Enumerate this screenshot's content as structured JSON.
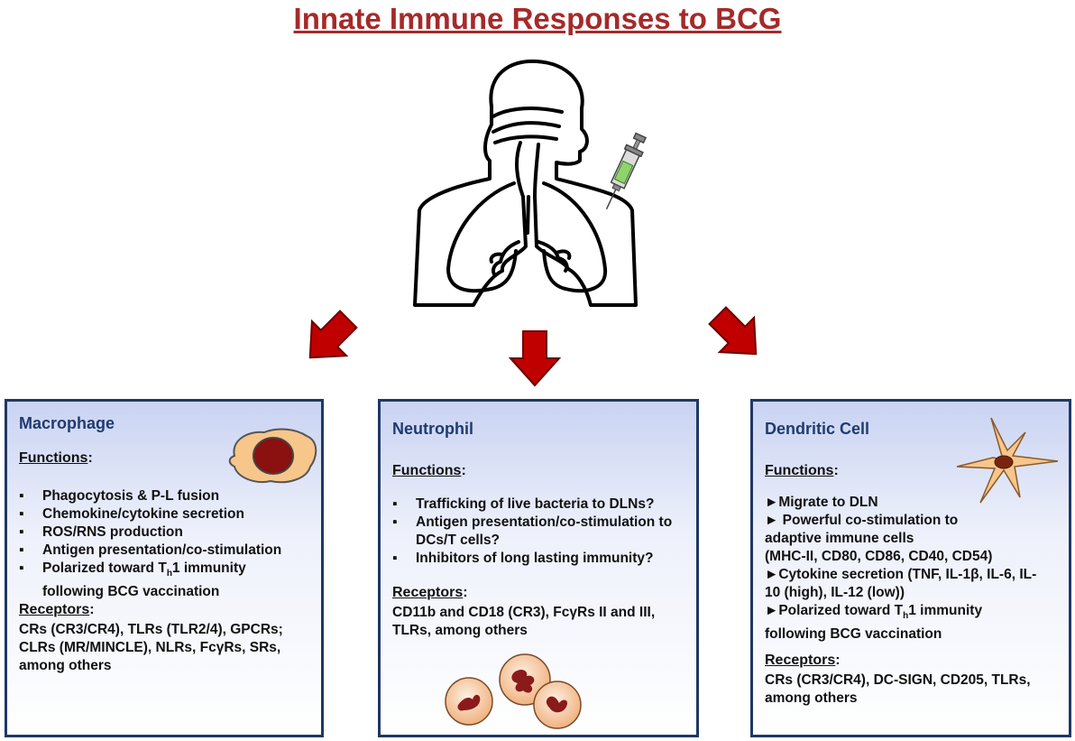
{
  "title": "Innate Immune Responses to BCG",
  "colors": {
    "title": "#a52a2a",
    "arrow": "#c00000",
    "border": "#1f3864",
    "header": "#1f3b70"
  },
  "icons": [
    "respiratory-tract-icon",
    "syringe-icon",
    "arrow-icon",
    "macrophage-icon",
    "neutrophil-icon",
    "dendritic-cell-icon"
  ],
  "macrophage": {
    "name": "Macrophage",
    "functions_label": "Functions",
    "functions": [
      "Phagocytosis & P-L fusion",
      "Chemokine/cytokine secretion",
      "ROS/RNS production",
      "Antigen presentation/co-stimulation"
    ],
    "th1_prefix": "Polarized toward T",
    "th1_sub": "h",
    "th1_suffix": "1 immunity",
    "th1_line2": "following BCG vaccination",
    "receptors_label": "Receptors",
    "receptors_text": "CRs (CR3/CR4), TLRs (TLR2/4), GPCRs;\nCLRs (MR/MINCLE), NLRs, FcγRs, SRs,\namong others"
  },
  "neutrophil": {
    "name": "Neutrophil",
    "functions_label": "Functions",
    "functions": [
      "Trafficking of live bacteria to DLNs?",
      "Antigen presentation/co-stimulation to DCs/T cells?",
      "Inhibitors of long lasting immunity?"
    ],
    "receptors_label": "Receptors",
    "receptors_text": "CD11b and CD18 (CR3), FcγRs II and III,\nTLRs, among others"
  },
  "dendritic": {
    "name": "Dendritic Cell",
    "functions_label": "Functions",
    "functions_text": "►Migrate to DLN\n► Powerful co-stimulation to\nadaptive immune cells\n(MHC-II, CD80, CD86, CD40, CD54)\n►Cytokine secretion (TNF, IL-1β, IL-6, IL-\n10 (high), IL-12 (low))",
    "th1_prefix": "►Polarized toward T",
    "th1_sub": "h",
    "th1_suffix": "1 immunity",
    "th1_line2": "following BCG vaccination",
    "receptors_label": "Receptors",
    "receptors_text": "CRs (CR3/CR4), DC-SIGN, CD205, TLRs,\namong others"
  }
}
